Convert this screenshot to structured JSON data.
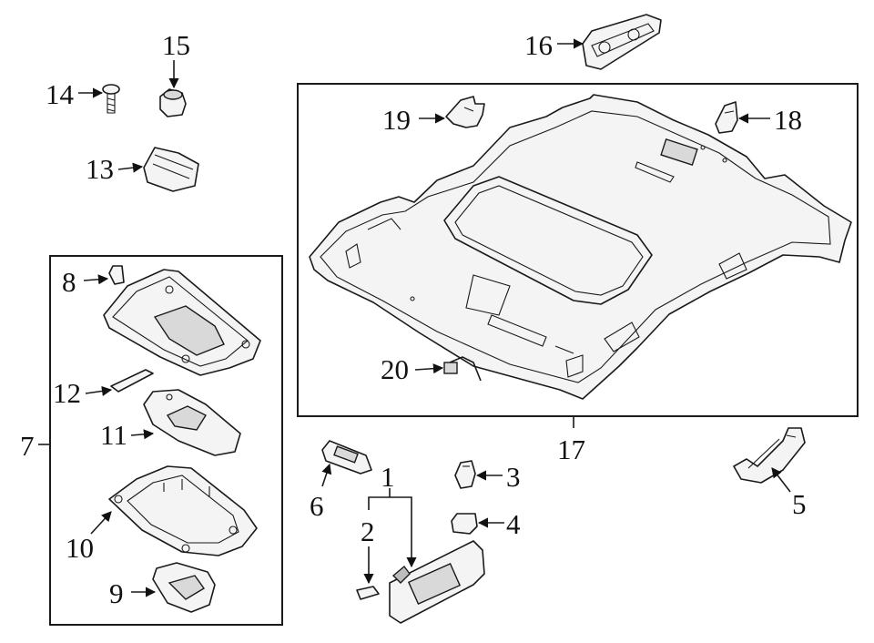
{
  "diagram": {
    "callouts": {
      "c1": "1",
      "c2": "2",
      "c3": "3",
      "c4": "4",
      "c5": "5",
      "c6": "6",
      "c7": "7",
      "c8": "8",
      "c9": "9",
      "c10": "10",
      "c11": "11",
      "c12": "12",
      "c13": "13",
      "c14": "14",
      "c15": "15",
      "c16": "16",
      "c17": "17",
      "c18": "18",
      "c19": "19",
      "c20": "20"
    },
    "colors": {
      "ink": "#111111",
      "fill": "#f4f4f4",
      "shade": "#bdbdbd",
      "background": "#ffffff"
    }
  }
}
